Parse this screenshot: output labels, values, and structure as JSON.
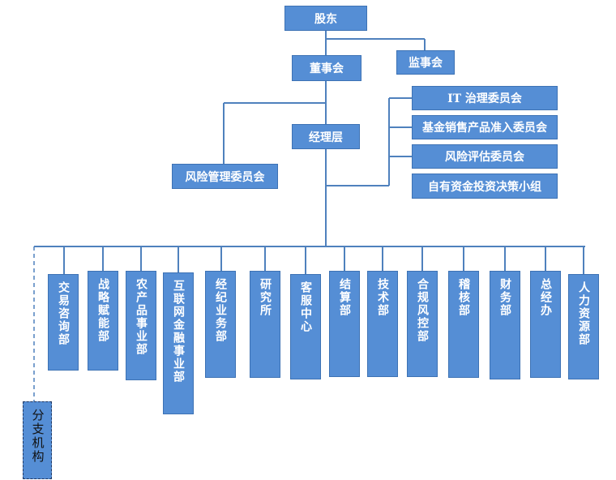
{
  "top": {
    "shareholders": "股东",
    "board": "董事会",
    "supervisors": "监事会",
    "management": "经理层",
    "risk_committee": "风险管理委员会"
  },
  "committees": [
    "IT 治理委员会",
    "基金销售产品准入委员会",
    "风险评估委员会",
    "自有资金投资决策小组"
  ],
  "departments": [
    "交易咨询部",
    "战略赋能部",
    "农产品事业部",
    "互联网金融事业部",
    "经纪业务部",
    "研究所",
    "客服中心",
    "结算部",
    "技术部",
    "合规风控部",
    "稽核部",
    "财务部",
    "总经办",
    "人力资源部"
  ],
  "branch": "分支机构",
  "colors": {
    "box_fill": "#558ed5",
    "line": "#4f81bd"
  }
}
